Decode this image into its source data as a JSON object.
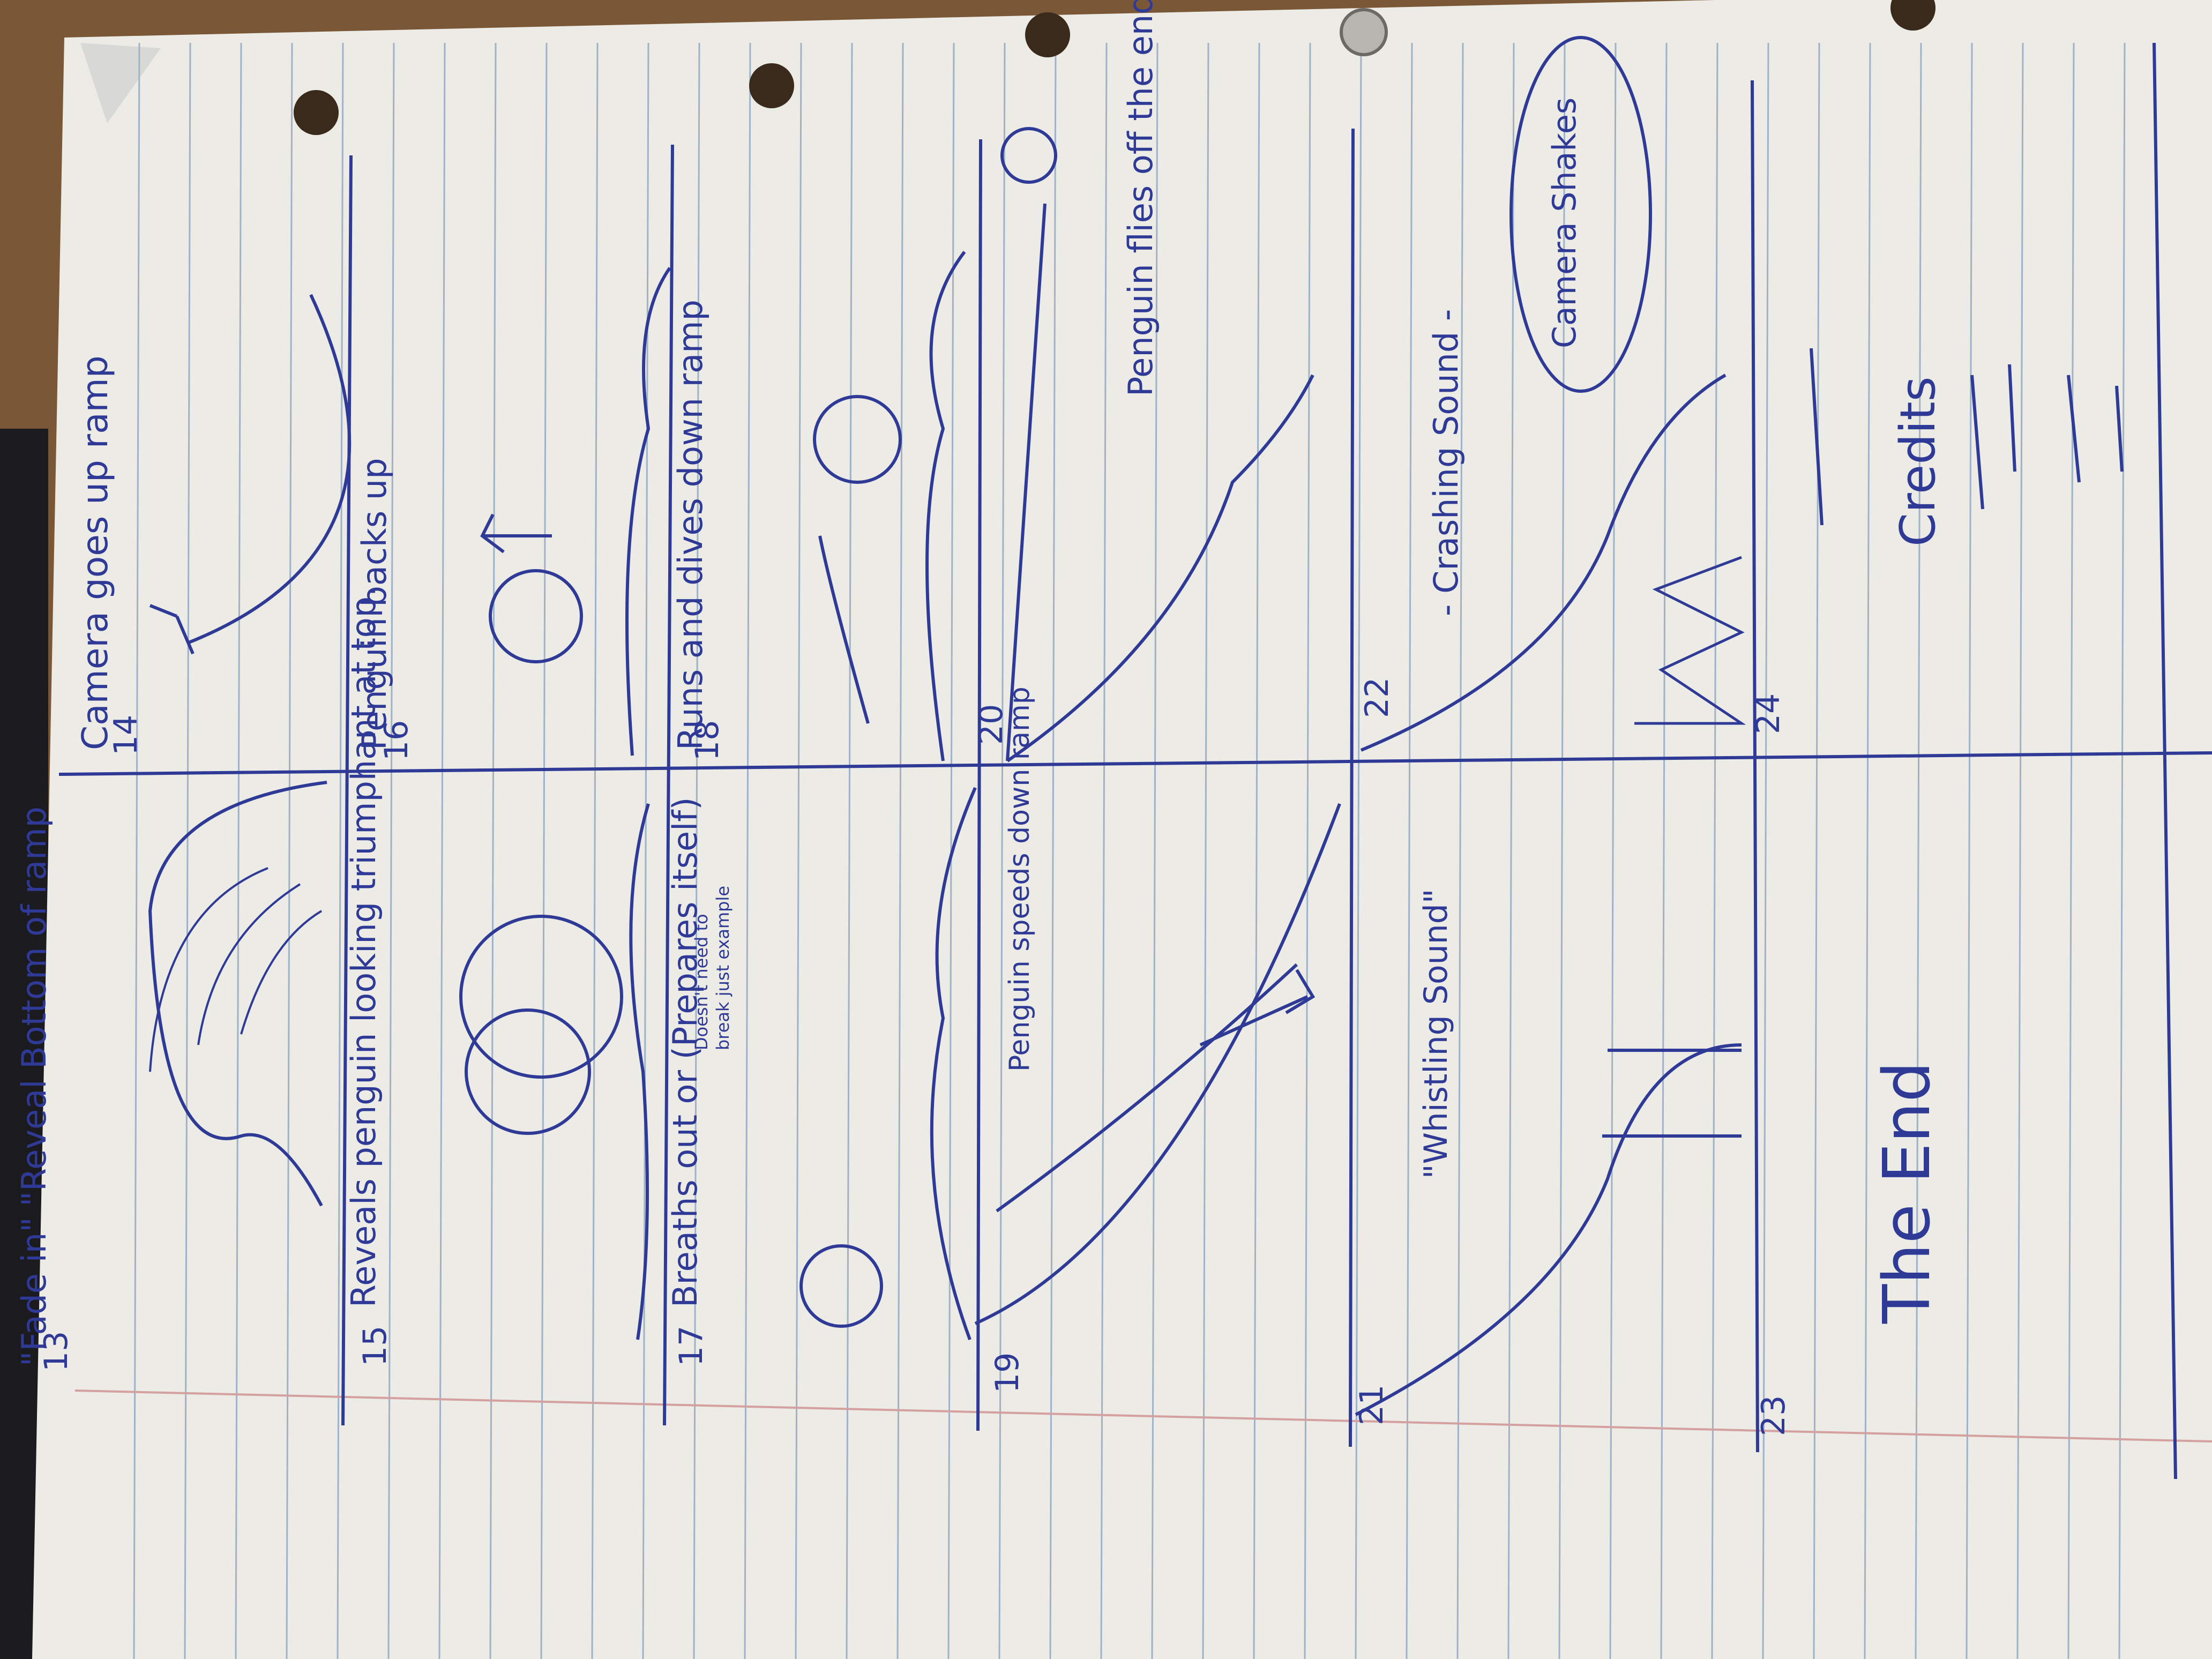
{
  "colors": {
    "table": "#7a5736",
    "paper": "#ecebe6",
    "rule": "#9fb2c8",
    "margin_line": "#d4a0a0",
    "ink": "#2f3a96"
  },
  "panels": [
    {
      "number": "13",
      "caption": "\"Fade in\" \"Reveal Bottom of ramp"
    },
    {
      "number": "14",
      "caption": "Camera goes up ramp"
    },
    {
      "number": "15",
      "caption": "Reveals penguin looking triumphant at top."
    },
    {
      "number": "16",
      "caption": "Penguin backs up"
    },
    {
      "number": "17",
      "caption": "Breaths out or (Prepares itself)",
      "note_line1": "Doesn't need to",
      "note_line2": "break just example"
    },
    {
      "number": "18",
      "caption": "Runs and dives down ramp"
    },
    {
      "number": "19",
      "caption": "Penguin speeds down ramp"
    },
    {
      "number": "20",
      "caption": "Penguin flies off the end of ramp."
    },
    {
      "number": "21",
      "caption": "\"Whistling Sound\""
    },
    {
      "number": "22",
      "caption": "- Crashing Sound -",
      "bubble": "Camera Shakes"
    },
    {
      "number": "23",
      "caption": "The End"
    },
    {
      "number": "24",
      "caption": "Credits"
    }
  ]
}
